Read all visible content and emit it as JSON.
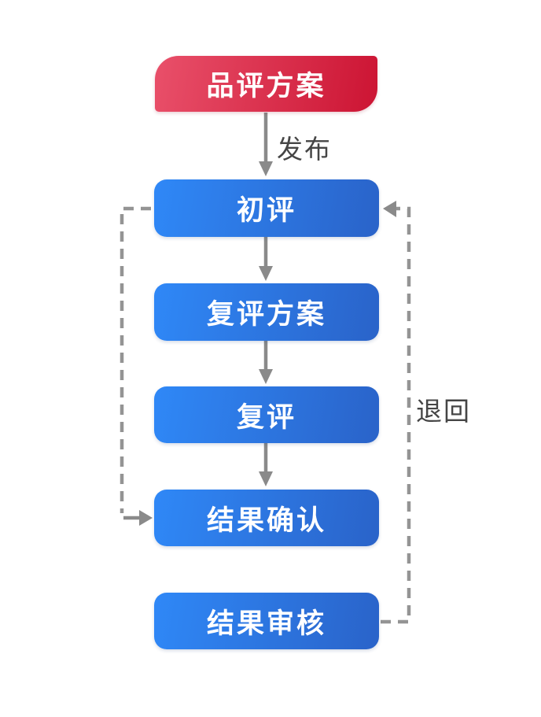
{
  "diagram": {
    "nodes": [
      {
        "id": "tasting_plan",
        "label": "品评方案",
        "color_start": "#E9506A",
        "color_end": "#CC1433",
        "shape": "asymmetric-rounded"
      },
      {
        "id": "initial_evaluation",
        "label": "初评",
        "color_start": "#2F88F7",
        "color_end": "#2A63C9",
        "shape": "rounded"
      },
      {
        "id": "reevaluation_plan",
        "label": "复评方案",
        "color_start": "#2F88F7",
        "color_end": "#2A63C9",
        "shape": "rounded"
      },
      {
        "id": "reevaluation",
        "label": "复评",
        "color_start": "#2F88F7",
        "color_end": "#2A63C9",
        "shape": "rounded"
      },
      {
        "id": "result_confirmation",
        "label": "结果确认",
        "color_start": "#2F88F7",
        "color_end": "#2A63C9",
        "shape": "rounded"
      },
      {
        "id": "result_review",
        "label": "结果审核",
        "color_start": "#2F88F7",
        "color_end": "#2A63C9",
        "shape": "rounded"
      }
    ],
    "edges": [
      {
        "from": "tasting_plan",
        "to": "initial_evaluation",
        "label": "发布",
        "style": "solid"
      },
      {
        "from": "initial_evaluation",
        "to": "reevaluation_plan",
        "label": "",
        "style": "solid"
      },
      {
        "from": "reevaluation_plan",
        "to": "reevaluation",
        "label": "",
        "style": "solid"
      },
      {
        "from": "reevaluation",
        "to": "result_confirmation",
        "label": "",
        "style": "solid"
      },
      {
        "from": "initial_evaluation",
        "to": "result_confirmation",
        "label": "",
        "style": "dashed-left-loop"
      },
      {
        "from": "result_review",
        "to": "initial_evaluation",
        "label": "退回",
        "style": "dashed-right-loop"
      }
    ],
    "colors": {
      "background": "#FFFFFF",
      "connector_solid": "#8A8A8A",
      "connector_dashed": "#949494",
      "edge_label_text": "#454545",
      "node_text": "#FFFFFF"
    }
  }
}
